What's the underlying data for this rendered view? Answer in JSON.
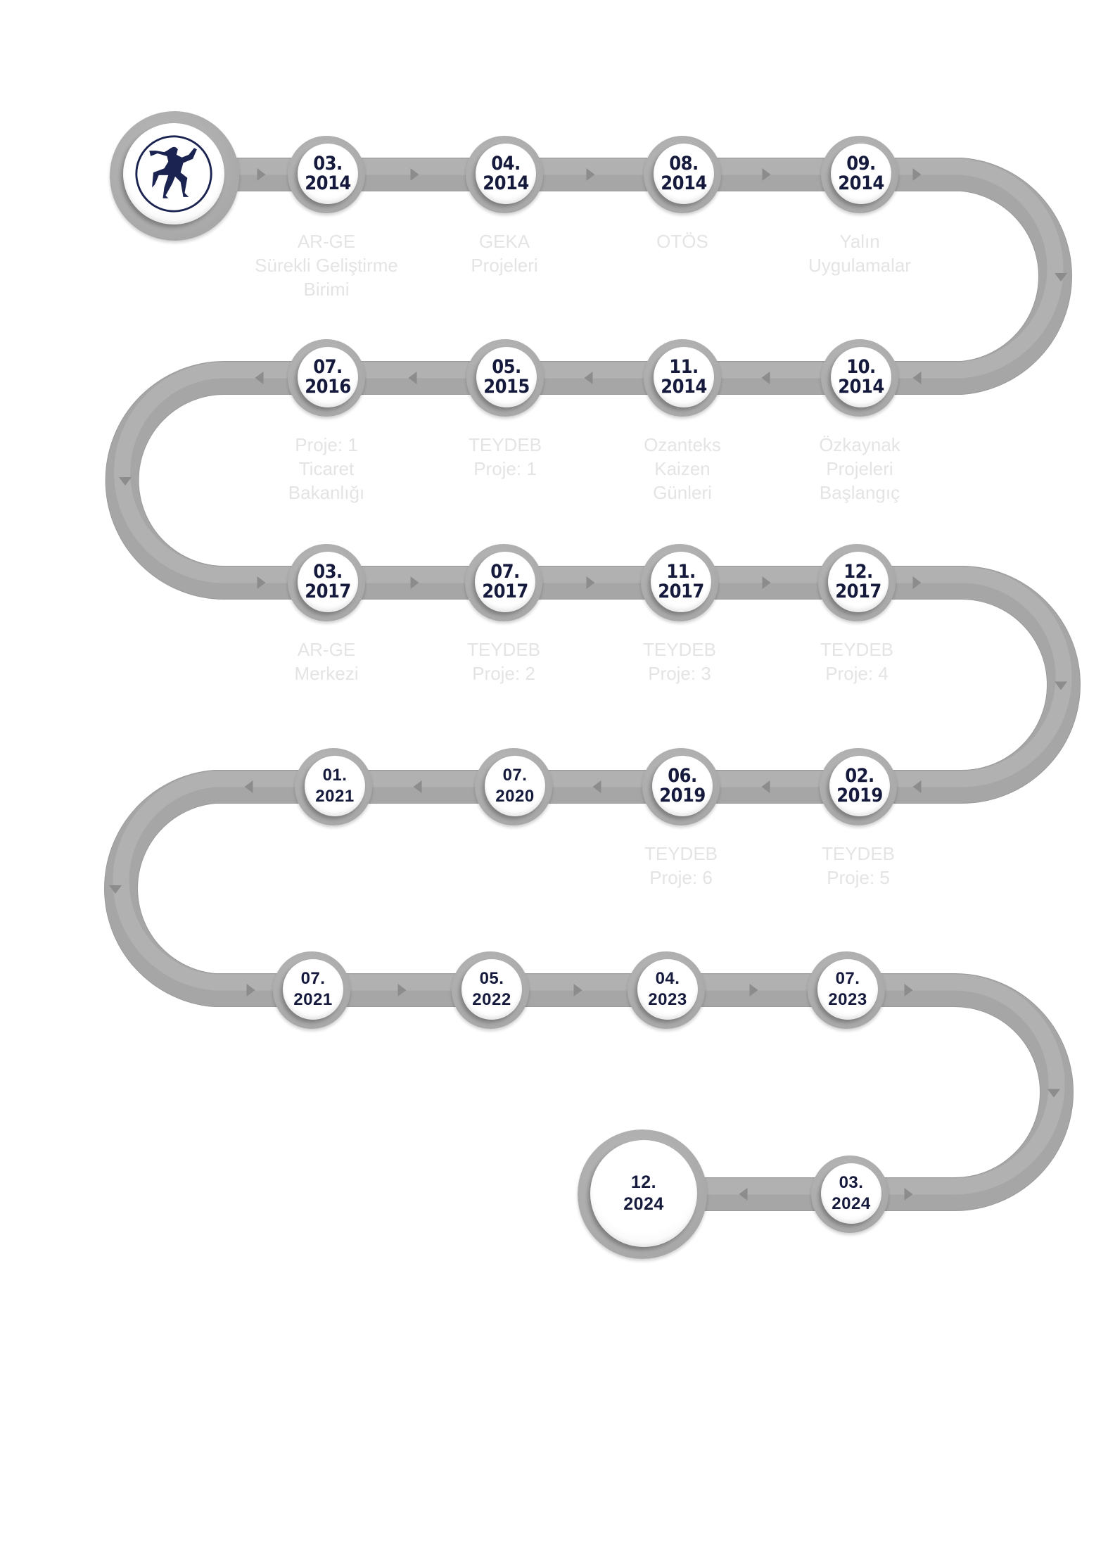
{
  "title": "Company milestone timeline",
  "colors": {
    "track_light": "#b3b3b3",
    "track_dark": "#a6a6a6",
    "arrow": "#8c8c8c",
    "date_text": "#151a3d",
    "label_text": "#e4e4e4",
    "logo": "#1b2350"
  },
  "logo": {
    "icon": "folk-dancer-logo-icon"
  },
  "milestones": [
    {
      "month": "03.",
      "year": "2014",
      "label": [
        "AR-GE",
        "Sürekli Geliştirme",
        "Birimi"
      ]
    },
    {
      "month": "04.",
      "year": "2014",
      "label": [
        "GEKA",
        "Projeleri"
      ]
    },
    {
      "month": "08.",
      "year": "2014",
      "label": [
        "OTÖS"
      ]
    },
    {
      "month": "09.",
      "year": "2014",
      "label": [
        "Yalın",
        "Uygulamalar"
      ]
    },
    {
      "month": "10.",
      "year": "2014",
      "label": [
        "Özkaynak",
        "Projeleri",
        "Başlangıç"
      ]
    },
    {
      "month": "11.",
      "year": "2014",
      "label": [
        "Ozanteks",
        "Kaizen",
        "Günleri"
      ]
    },
    {
      "month": "05.",
      "year": "2015",
      "label": [
        "TEYDEB",
        "Proje: 1"
      ]
    },
    {
      "month": "07.",
      "year": "2016",
      "label": [
        "Proje: 1",
        "Ticaret",
        "Bakanlığı"
      ]
    },
    {
      "month": "03.",
      "year": "2017",
      "label": [
        "AR-GE",
        "Merkezi"
      ]
    },
    {
      "month": "07.",
      "year": "2017",
      "label": [
        "TEYDEB",
        "Proje: 2"
      ]
    },
    {
      "month": "11.",
      "year": "2017",
      "label": [
        "TEYDEB",
        "Proje: 3"
      ]
    },
    {
      "month": "12.",
      "year": "2017",
      "label": [
        "TEYDEB",
        "Proje: 4"
      ]
    },
    {
      "month": "02.",
      "year": "2019",
      "label": [
        "TEYDEB",
        "Proje: 5"
      ]
    },
    {
      "month": "06.",
      "year": "2019",
      "label": [
        "TEYDEB",
        "Proje: 6"
      ]
    },
    {
      "month": "07.",
      "year": "2020",
      "label": []
    },
    {
      "month": "01.",
      "year": "2021",
      "label": []
    },
    {
      "month": "07.",
      "year": "2021",
      "label": []
    },
    {
      "month": "05.",
      "year": "2022",
      "label": []
    },
    {
      "month": "04.",
      "year": "2023",
      "label": []
    },
    {
      "month": "07.",
      "year": "2023",
      "label": []
    },
    {
      "month": "03.",
      "year": "2024",
      "label": []
    },
    {
      "month": "12.",
      "year": "2024",
      "label": []
    }
  ]
}
